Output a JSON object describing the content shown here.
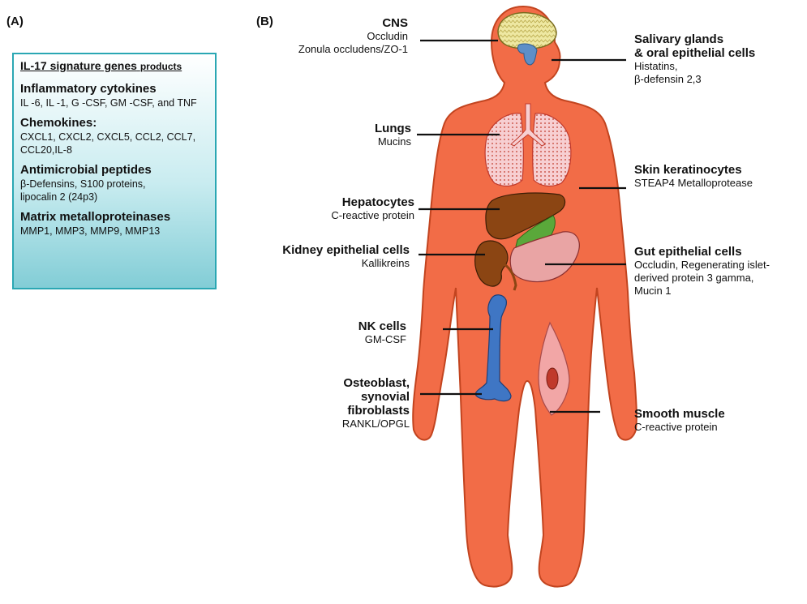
{
  "panels": {
    "a": "(A)",
    "b": "(B)"
  },
  "gene_box": {
    "title": "IL-17 signature genes",
    "title_suffix": "products",
    "groups": [
      {
        "title": "Inflammatory cytokines",
        "text": [
          "IL -6, IL -1, G -CSF, GM -CSF, and TNF"
        ]
      },
      {
        "title": "Chemokines:",
        "text": [
          "CXCL1, CXCL2, CXCL5, CCL2, CCL7,",
          "CCL20,IL-8"
        ]
      },
      {
        "title": "Antimicrobial peptides",
        "text": [
          "β-Defensins, S100 proteins,",
          "lipocalin 2 (24p3)"
        ]
      },
      {
        "title": "Matrix metalloproteinases",
        "text": [
          "MMP1, MMP3, MMP9, MMP13"
        ]
      }
    ]
  },
  "labels": {
    "cns": {
      "title": "CNS",
      "lines": [
        "Occludin",
        "Zonula occludens/ZO-1"
      ]
    },
    "lungs": {
      "title": "Lungs",
      "lines": [
        "Mucins"
      ]
    },
    "hepatocytes": {
      "title": "Hepatocytes",
      "lines": [
        "C-reactive protein"
      ]
    },
    "kidney": {
      "title": "Kidney epithelial cells",
      "lines": [
        "Kallikreins"
      ]
    },
    "nk": {
      "title": "NK cells",
      "lines": [
        "GM-CSF"
      ]
    },
    "osteoblast": {
      "title": "Osteoblast,",
      "title2": "synovial",
      "title3": "fibroblasts",
      "lines": [
        "RANKL/OPGL"
      ]
    },
    "salivary": {
      "title": "Salivary glands",
      "title2": "& oral epithelial cells",
      "lines": [
        "Histatins,",
        "β-defensin 2,3"
      ]
    },
    "skin": {
      "title": "Skin keratinocytes",
      "lines": [
        "STEAP4  Metalloprotease"
      ]
    },
    "gut": {
      "title": "Gut epithelial cells",
      "lines": [
        "Occludin, Regenerating islet-",
        "derived protein 3 gamma,",
        "Mucin 1"
      ]
    },
    "smooth": {
      "title": "Smooth muscle",
      "lines": [
        "C-reactive protein"
      ]
    }
  },
  "colors": {
    "body": "#f26c47",
    "body_outline": "#c2441f",
    "box_border": "#2aa7b3",
    "brain": "#eae39a",
    "lungs": "#f5c2c6",
    "liver": "#8b4513",
    "kidney": "#8b4513",
    "gut": "#e9a4a4",
    "gallbladder": "#5aa83a",
    "bone": "#3f76c4",
    "muscle": "#f2a6a6",
    "muscle_core": "#c0392b"
  }
}
